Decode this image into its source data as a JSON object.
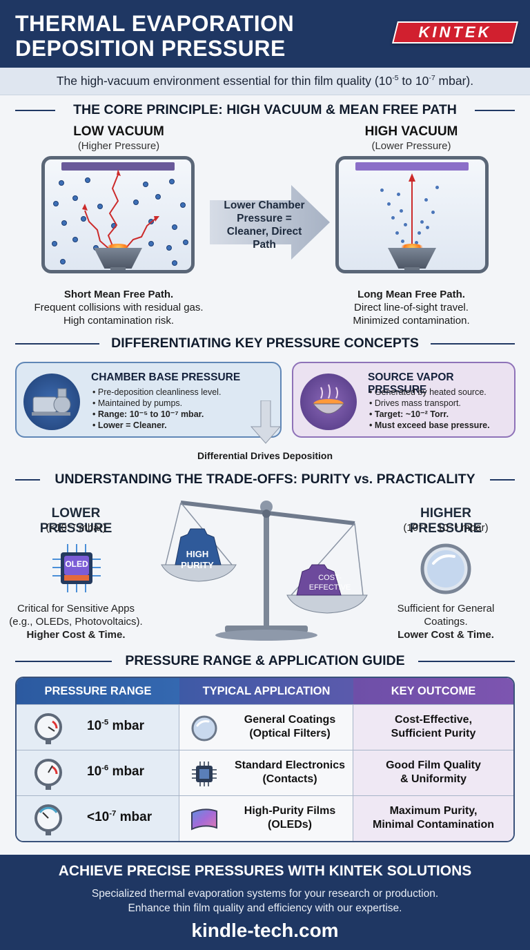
{
  "header": {
    "title_line1": "THERMAL EVAPORATION",
    "title_line2": "DEPOSITION PRESSURE",
    "logo": "KINTEK",
    "subtitle_pre": "The high-vacuum environment essential for thin film quality (10",
    "subtitle_exp1": "-5",
    "subtitle_mid": " to 10",
    "subtitle_exp2": "-7",
    "subtitle_post": " mbar)."
  },
  "core": {
    "heading": "THE CORE PRINCIPLE: HIGH VACUUM & MEAN FREE PATH",
    "low": {
      "title": "LOW VACUUM",
      "sub": "(Higher Pressure)",
      "desc_bold": "Short Mean Free Path.",
      "desc_line1": "Frequent collisions with residual gas.",
      "desc_line2": "High contamination risk."
    },
    "arrow_text_line1": "Lower Chamber",
    "arrow_text_line2": "Pressure =",
    "arrow_text_line3": "Cleaner, Direct Path",
    "high": {
      "title": "HIGH VACUUM",
      "sub": "(Lower Pressure)",
      "desc_bold": "Long Mean Free Path.",
      "desc_line1": "Direct line-of-sight travel.",
      "desc_line2": "Minimized contamination."
    }
  },
  "concepts": {
    "heading": "DIFFERENTIATING KEY PRESSURE CONCEPTS",
    "base": {
      "title": "CHAMBER BASE PRESSURE",
      "b1": "Pre-deposition cleanliness level.",
      "b2": "Maintained by pumps.",
      "b3": "Range: 10⁻⁵ to 10⁻⁷ mbar.",
      "b4": "Lower = Cleaner."
    },
    "vapor": {
      "title": "SOURCE VAPOR PRESSURE",
      "b1": "Generated by heated source.",
      "b2": "Drives mass transport.",
      "b3": "Target: ~10⁻² Torr.",
      "b4": "Must exceed base pressure."
    },
    "differential": "Differential Drives Deposition"
  },
  "tradeoffs": {
    "heading": "UNDERSTANDING THE TRADE-OFFS: PURITY vs. PRACTICALITY",
    "lower": {
      "title": "LOWER PRESSURE",
      "range": "(<10⁻⁷ mbar)",
      "chip_label": "OLED",
      "line1": "Critical for Sensitive Apps",
      "line2": "(e.g., OLEDs, Photovoltaics).",
      "line3": "Higher Cost & Time."
    },
    "scale": {
      "left_weight_line1": "HIGH",
      "left_weight_line2": "PURITY",
      "right_weight_line1": "COST-",
      "right_weight_line2": "EFFECTIVE"
    },
    "higher": {
      "title": "HIGHER PRESSURE",
      "range": "(10⁻⁵ - 10⁻⁶ mbar)",
      "line1": "Sufficient for General",
      "line2": "Coatings.",
      "line3": "Lower Cost & Time."
    }
  },
  "guide": {
    "heading": "PRESSURE RANGE & APPLICATION GUIDE",
    "col1": "PRESSURE RANGE",
    "col2": "TYPICAL APPLICATION",
    "col3": "KEY OUTCOME",
    "rows": [
      {
        "pre": "10",
        "exp": "-5",
        "unit": " mbar",
        "app1": "General Coatings",
        "app2": "(Optical Filters)",
        "out1": "Cost-Effective,",
        "out2": "Sufficient Purity"
      },
      {
        "pre": "10",
        "exp": "-6",
        "unit": " mbar",
        "app1": "Standard Electronics",
        "app2": "(Contacts)",
        "out1": "Good Film Quality",
        "out2": "& Uniformity"
      },
      {
        "pre": "<10",
        "exp": "-7",
        "unit": " mbar",
        "app1": "High-Purity Films",
        "app2": "(OLEDs)",
        "out1": "Maximum Purity,",
        "out2": "Minimal Contamination"
      }
    ]
  },
  "footer": {
    "headline": "ACHIEVE PRECISE PRESSURES WITH KINTEK SOLUTIONS",
    "line1": "Specialized thermal evaporation systems for your research or production.",
    "line2": "Enhance thin film quality and efficiency with our expertise.",
    "url": "kindle-tech.com"
  },
  "colors": {
    "navy": "#1f3763",
    "brand_red": "#d1202f",
    "purple": "#8e72b8",
    "blue": "#5f86b6"
  }
}
